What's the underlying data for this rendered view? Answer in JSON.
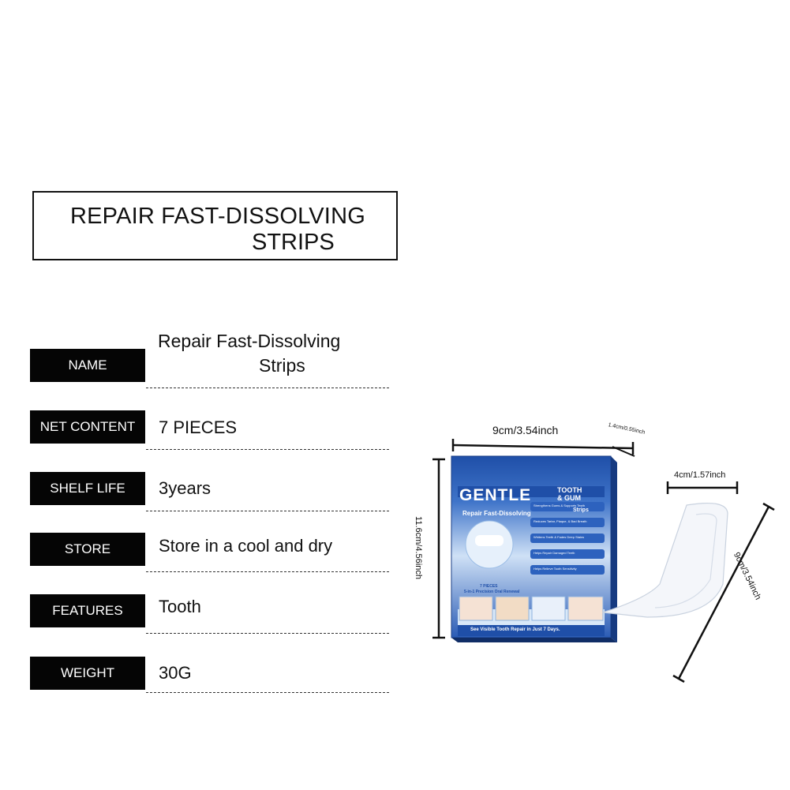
{
  "title": {
    "line1": "REPAIR FAST-DISSOLVING",
    "line2": "STRIPS"
  },
  "specs": [
    {
      "label": "NAME",
      "value_line1": "Repair Fast-Dissolving",
      "value_line2": "Strips"
    },
    {
      "label": "NET  CONTENT",
      "value": "7 PIECES"
    },
    {
      "label": "SHELF LIFE",
      "value": "3years"
    },
    {
      "label": "STORE",
      "value": "Store in a cool and dry"
    },
    {
      "label": "FEATURES",
      "value": "Tooth"
    },
    {
      "label": "WEIGHT",
      "value": "30G"
    }
  ],
  "dimensions": {
    "box_width": "9cm/3.54inch",
    "box_depth": "1.4cm/0.55inch",
    "box_height": "11.6cm/4.56inch",
    "strip_width": "4cm/1.57inch",
    "strip_length": "9cm/3.54inch"
  },
  "package": {
    "brand": "GENTLE",
    "badge": "TOOTH & GUM",
    "badge_line1": "TOOTH",
    "badge_line2": "& GUM",
    "subtitle": "Repair Fast-Dissolving",
    "subtitle_badge": "Strips",
    "benefits": [
      "Strengthens Gums & Supports Teeth",
      "Reduces Tartar, Plaque, & Bad Breath",
      "Whitens Teeth & Fades Deep Stains",
      "Helps Repair Damaged Teeth",
      "Helps Relieve Tooth Sensitivity"
    ],
    "pieces": "7 PIECES",
    "renewal": "5-in-1 Precision Oral Renewal",
    "footer": "See Visible Tooth Repair in Just 7 Days.",
    "colors": {
      "primary": "#1f4fa8",
      "light": "#cfe1f6",
      "accent": "#ffffff"
    }
  }
}
